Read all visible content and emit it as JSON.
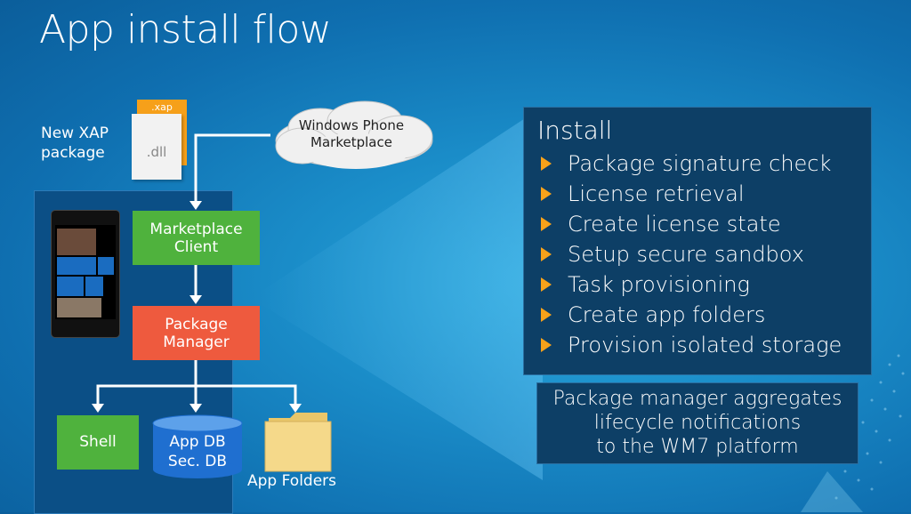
{
  "title": "App install flow",
  "package": {
    "label_line1": "New XAP",
    "label_line2": "package",
    "xap_tag": ".xap",
    "dll_tag": ".dll"
  },
  "cloud": {
    "line1": "Windows Phone",
    "line2": "Marketplace"
  },
  "nodes": {
    "marketplace_client_l1": "Marketplace",
    "marketplace_client_l2": "Client",
    "package_manager_l1": "Package",
    "package_manager_l2": "Manager",
    "shell": "Shell",
    "appdb_l1": "App DB",
    "appdb_l2": "Sec. DB",
    "app_folders": "App Folders"
  },
  "install": {
    "title": "Install",
    "items": [
      "Package signature check",
      "License retrieval",
      "Create license state",
      "Setup secure sandbox",
      "Task provisioning",
      "Create app folders",
      "Provision isolated storage"
    ]
  },
  "note": {
    "line1": "Package manager aggregates",
    "line2": "lifecycle notifications",
    "line3": "to the WM7 platform"
  },
  "colors": {
    "green": "#4fb23d",
    "orange": "#ee5a3e",
    "bullet": "#f7a21a",
    "panel": "#0d3f66"
  }
}
